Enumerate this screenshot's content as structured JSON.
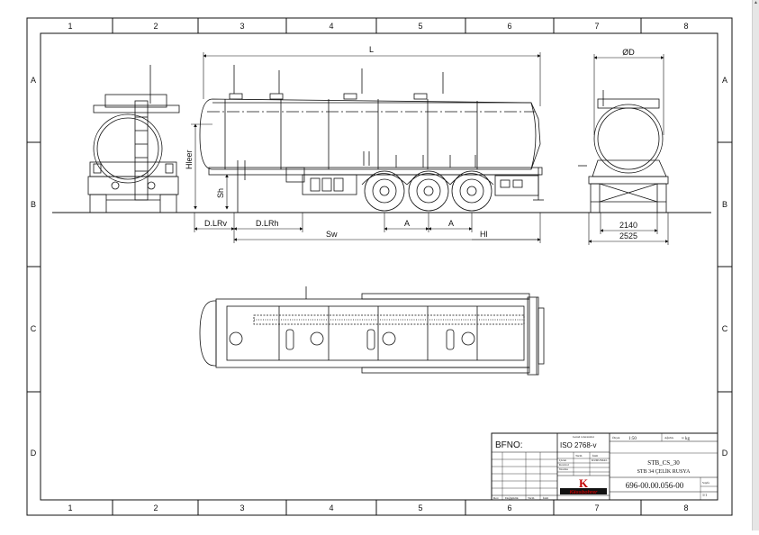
{
  "columns": [
    "1",
    "2",
    "3",
    "4",
    "5",
    "6",
    "7",
    "8"
  ],
  "rows": [
    "A",
    "B",
    "C",
    "D"
  ],
  "dims": {
    "L": "L",
    "D": "ØD",
    "Hleer": "Hleer",
    "Sh": "Sh",
    "DLRv": "D.LRv",
    "DLRh": "D.LRh",
    "Sw": "Sw",
    "A1": "A",
    "A2": "A",
    "Hl": "Hl",
    "w2140": "2140",
    "w2525": "2525"
  },
  "title_block": {
    "bfno_label": "BFNO:",
    "standard": "ISO 2768-v",
    "std_caption": "Genel toleranslar",
    "scale_label": "Ölçek",
    "scale": "1:50",
    "weight_label": "Ağırlık",
    "weight": "≈ kg",
    "title": "STB_CS_30",
    "subtitle": "STB 34 ÇELİK RUSYA",
    "drawing_no": "696-00.00.056-00",
    "company": "Kässbohrer",
    "logo": "K",
    "sheet_label": "Sayfa",
    "sheet_no": "1/1",
    "col_headers": [
      "Rev.",
      "Değişiklik",
      "Tarih",
      "İsim"
    ],
    "sig_rows": [
      "Çizen",
      "Kontrol",
      "Normu"
    ],
    "date_hdr": "Tarih",
    "name_hdr": "İsim",
    "drawn_name": "KURUMAL"
  }
}
